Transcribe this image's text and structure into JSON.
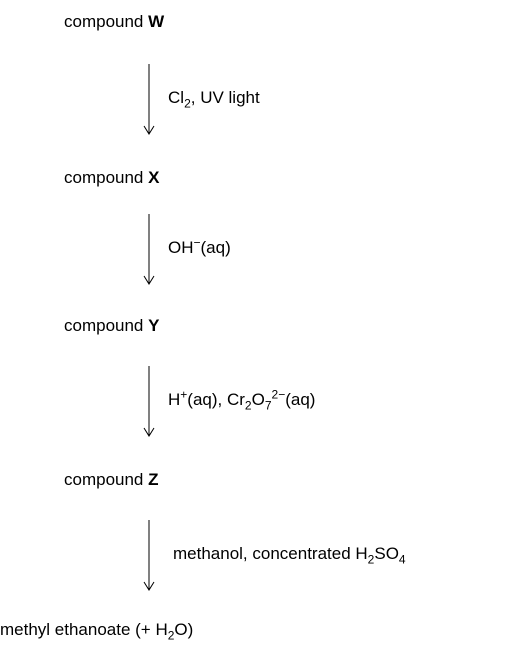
{
  "steps": [
    {
      "prefix": "compound ",
      "letter": "W"
    },
    {
      "prefix": "compound ",
      "letter": "X"
    },
    {
      "prefix": "compound ",
      "letter": "Y"
    },
    {
      "prefix": "compound ",
      "letter": "Z"
    }
  ],
  "reagents": {
    "r1": {
      "a": "Cl",
      "a_sub": "2",
      "b": ", UV light"
    },
    "r2": {
      "a": "OH",
      "a_sup": "−",
      "b": "(aq)"
    },
    "r3": {
      "a": "H",
      "a_sup": "+",
      "b": "(aq), Cr",
      "b_sub": "2",
      "c": "O",
      "c_sub": "7",
      "c_sup": "2−",
      "d": "(aq)"
    },
    "r4": {
      "a": "methanol, concentrated H",
      "a_sub": "2",
      "b": "SO",
      "b_sub": "4"
    }
  },
  "product": {
    "a": "methyl ethanoate (+ H",
    "a_sub": "2",
    "b": "O)"
  }
}
